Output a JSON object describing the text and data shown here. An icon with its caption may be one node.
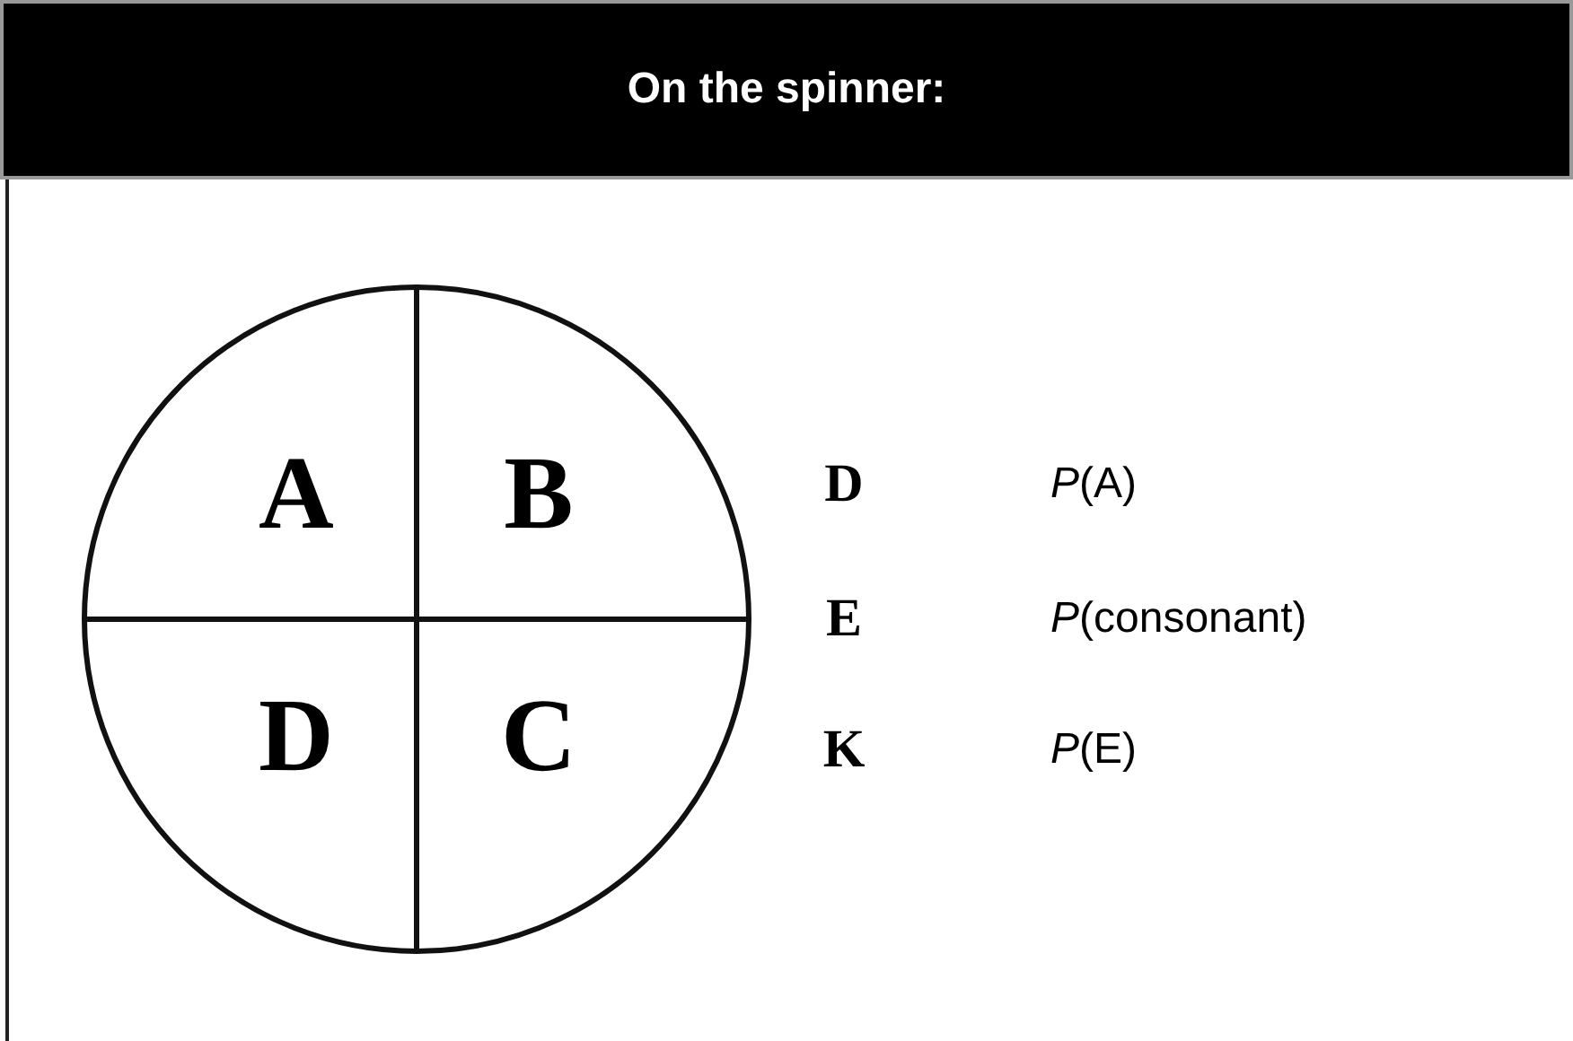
{
  "diagram": {
    "title": "On the spinner:",
    "labels": [
      "A",
      "B",
      "D",
      "C",
      "D",
      "*P*(A)",
      "E",
      "*P*(consonant)",
      "K",
      "*P*(E)"
    ]
  }
}
